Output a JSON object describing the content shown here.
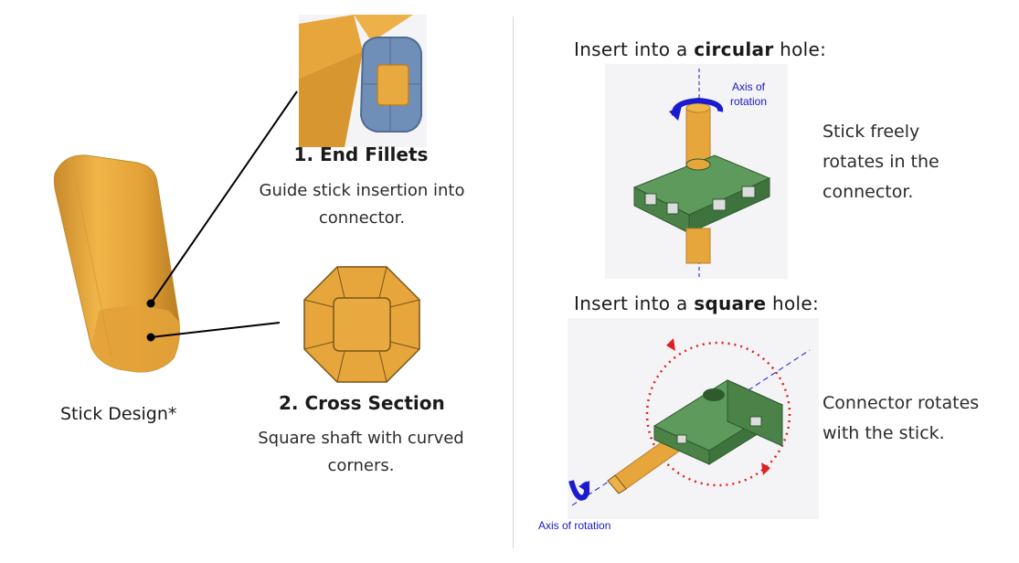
{
  "stick": {
    "caption": "Stick Design*"
  },
  "features": [
    {
      "title": "1. End Fillets",
      "desc": "Guide stick insertion into connector."
    },
    {
      "title": "2. Cross Section",
      "desc": "Square shaft with curved corners."
    }
  ],
  "circular": {
    "title_prefix": "Insert into a ",
    "title_bold": "circular",
    "title_suffix": " hole:",
    "axis_label": "Axis of rotation",
    "description": "Stick freely rotates in the connector."
  },
  "square": {
    "title_prefix": "Insert into a ",
    "title_bold": "square",
    "title_suffix": " hole:",
    "axis_label": "Axis of rotation",
    "description": "Connector rotates with the stick."
  },
  "colors": {
    "stick_orange": "#e6a63c",
    "fillet_blue": "#6f8fb8",
    "connector_green": "#4e8a4c",
    "axis_blue": "#1a1ad0",
    "rotation_red": "#e02020"
  }
}
